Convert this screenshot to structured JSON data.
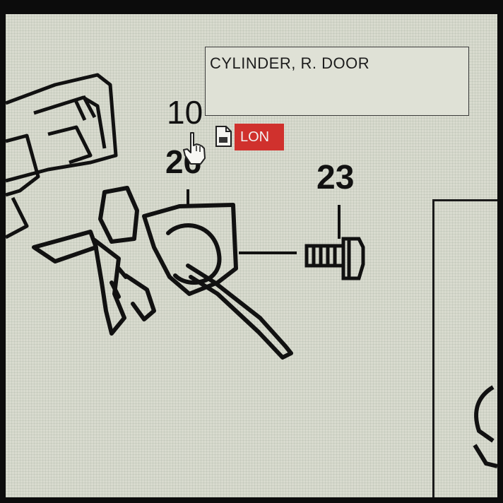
{
  "tooltip": {
    "text": "CYLINDER, R. DOOR"
  },
  "callouts": {
    "c10": "10",
    "c26": "26",
    "c23": "23"
  },
  "tag": {
    "label": "LON",
    "color": "#d0312d"
  },
  "icons": {
    "cursor": "hand-pointer-icon",
    "document": "document-icon"
  }
}
